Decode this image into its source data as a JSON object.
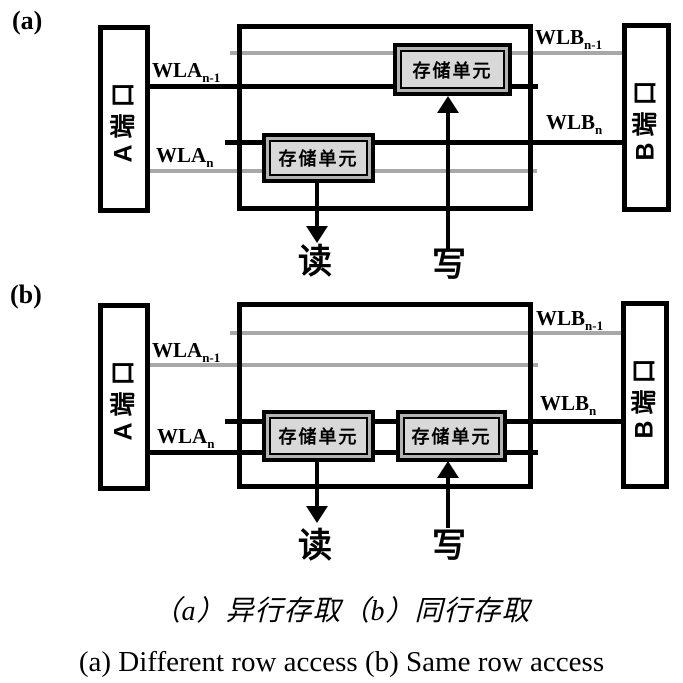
{
  "figure": {
    "panels": {
      "a": {
        "tag": "(a)",
        "port_left": "A端口",
        "port_right": "B端口",
        "wordlines": [
          {
            "name": "WLB",
            "sub": "n-1",
            "state": "inactive"
          },
          {
            "name": "WLA",
            "sub": "n-1",
            "state": "active"
          },
          {
            "name": "WLB",
            "sub": "n",
            "state": "active"
          },
          {
            "name": "WLA",
            "sub": "n",
            "state": "inactive"
          }
        ],
        "cells": [
          {
            "label": "存储单元",
            "role": "written"
          },
          {
            "label": "存储单元",
            "role": "read"
          }
        ],
        "read_arrow": "读",
        "write_arrow": "写"
      },
      "b": {
        "tag": "(b)",
        "port_left": "A端口",
        "port_right": "B端口",
        "wordlines": [
          {
            "name": "WLB",
            "sub": "n-1",
            "state": "inactive"
          },
          {
            "name": "WLA",
            "sub": "n-1",
            "state": "inactive"
          },
          {
            "name": "WLB",
            "sub": "n",
            "state": "active"
          },
          {
            "name": "WLA",
            "sub": "n",
            "state": "active"
          }
        ],
        "cells": [
          {
            "label": "存储单元",
            "role": "read"
          },
          {
            "label": "存储单元",
            "role": "written"
          }
        ],
        "read_arrow": "读",
        "write_arrow": "写"
      }
    },
    "captions": {
      "zh": "（a）异行存取（b）同行存取",
      "en": "(a) Different row access (b) Same row access"
    },
    "colors": {
      "active_line": "#000000",
      "inactive_line": "#a8a8a8",
      "cell_outer_fill": "#b3b3b3",
      "cell_inner_fill": "#d8d8d8",
      "background": "#ffffff"
    }
  }
}
